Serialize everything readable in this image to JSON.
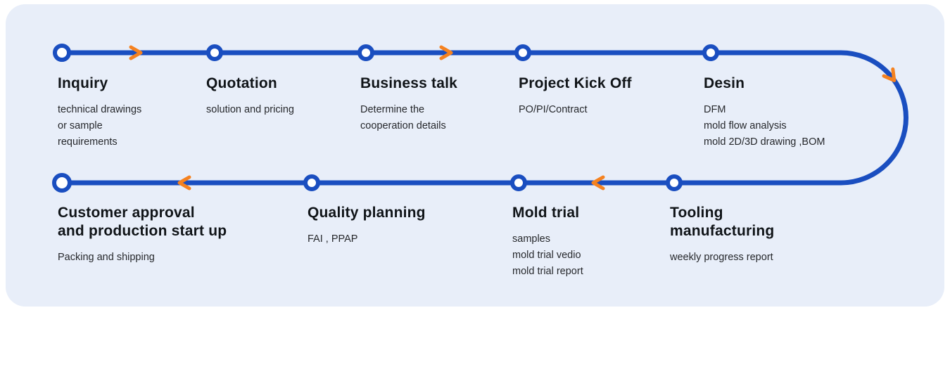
{
  "diagram": {
    "type": "process-flow",
    "colors": {
      "line": "#1a4ec0",
      "node_ring": "#1a4ec0",
      "node_fill": "#ffffff",
      "arrow": "#f58220",
      "panel_background": "#e8eef9",
      "title_text": "#101418",
      "description_text": "#26282c"
    },
    "steps": [
      {
        "title": "Inquiry",
        "desc": "technical drawings\nor sample\nrequirements"
      },
      {
        "title": "Quotation",
        "desc": "solution and pricing"
      },
      {
        "title": "Business talk",
        "desc": "Determine the\ncooperation details"
      },
      {
        "title": "Project Kick Off",
        "desc": "PO/PI/Contract"
      },
      {
        "title": "Desin",
        "desc": "DFM\nmold flow analysis\nmold 2D/3D drawing ,BOM"
      },
      {
        "title": "Tooling\nmanufacturing",
        "desc": "weekly progress report"
      },
      {
        "title": "Mold trial",
        "desc": "samples\nmold trial vedio\nmold trial report"
      },
      {
        "title": "Quality planning",
        "desc": "FAI , PPAP"
      },
      {
        "title": "Customer approval\nand production start up",
        "desc": "Packing and shipping"
      }
    ]
  }
}
